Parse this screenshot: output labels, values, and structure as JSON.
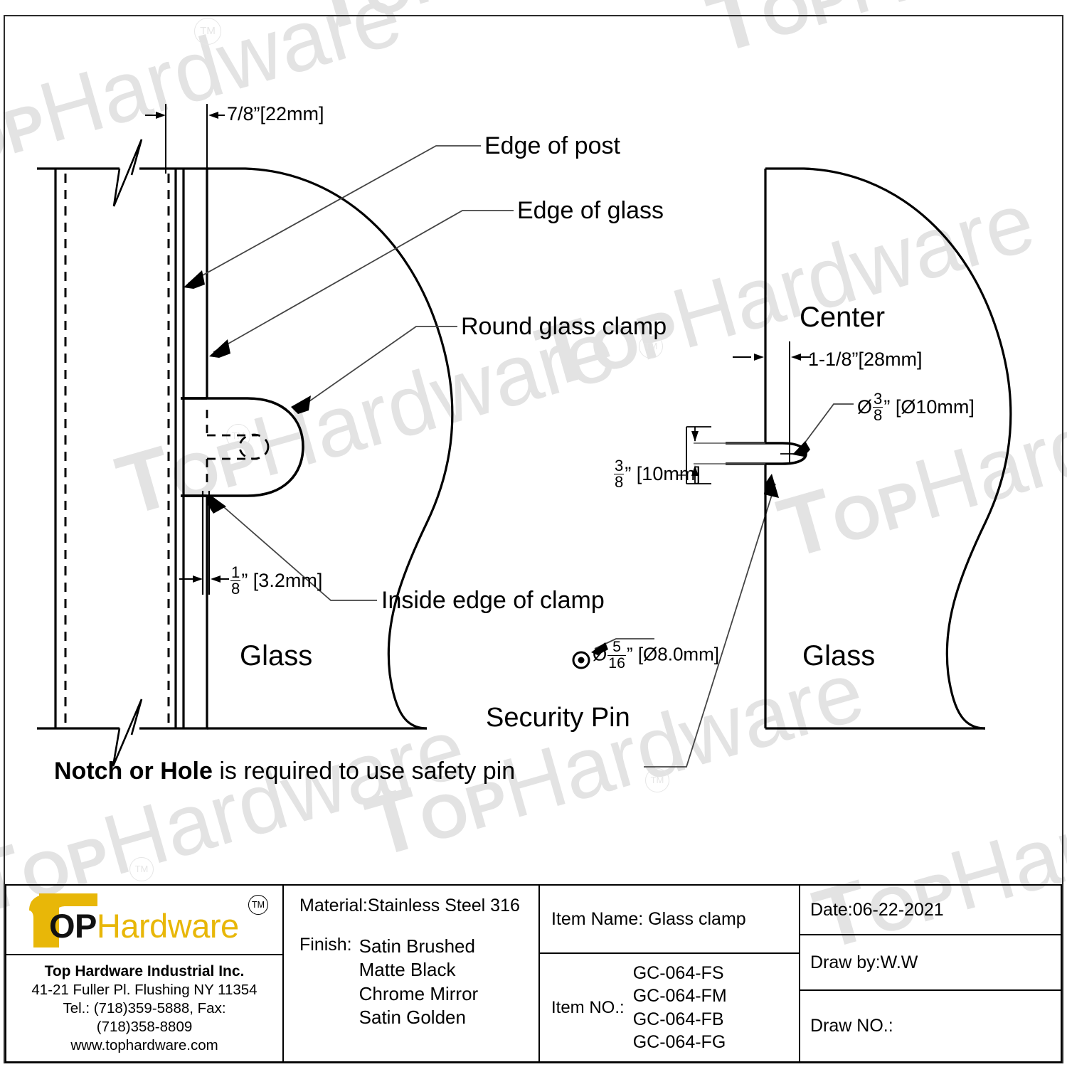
{
  "meta": {
    "accent_yellow": "#e8b708",
    "line_color": "#000000",
    "watermark_color": "#e3e3e3"
  },
  "watermark": {
    "top": "T",
    "op": "OP",
    "hardware": "Hardware",
    "tm": "TM"
  },
  "drawing": {
    "labels": {
      "edge_of_post": "Edge of post",
      "edge_of_glass": "Edge of glass",
      "round_glass_clamp": "Round glass clamp",
      "inside_edge_of_clamp": "Inside edge of clamp",
      "glass_left": "Glass",
      "glass_right": "Glass",
      "center": "Center",
      "security_pin": "Security Pin",
      "note_bold": "Notch or Hole",
      "note_rest": " is required to use safety pin"
    },
    "dimensions": {
      "post_offset": "7/8”[22mm]",
      "clamp_gap_num": "1",
      "clamp_gap_den": "8",
      "clamp_gap_unit": "” [3.2mm]",
      "center_offset": "1-1/8”[28mm]",
      "pin_dia_prefix": "Ø",
      "pin_dia_num": "3",
      "pin_dia_den": "8",
      "pin_dia_unit": "” [Ø10mm]",
      "pin_edge_num": "3",
      "pin_edge_den": "8",
      "pin_edge_unit": "” [10mm]",
      "security_pin_dia_prefix": "Ø",
      "security_pin_dia_num": "5",
      "security_pin_dia_den": "16",
      "security_pin_dia_unit": "” [Ø8.0mm]"
    }
  },
  "titleblock": {
    "logo": {
      "t": "T",
      "op": "OP",
      "hardware": "Hardware",
      "tm": "TM"
    },
    "company": {
      "name": "Top Hardware Industrial Inc.",
      "address": "41-21 Fuller Pl. Flushing NY 11354",
      "tel": "Tel.: (718)359-5888,  Fax:",
      "fax": "(718)358-8809",
      "web": "www.tophardware.com"
    },
    "material": "Material:Stainless Steel 316",
    "finish_label": "Finish:",
    "finishes": [
      "Satin Brushed",
      "Matte Black",
      "Chrome Mirror",
      "Satin Golden"
    ],
    "item_name": "Item Name: Glass clamp",
    "item_no_label": "Item NO.:",
    "item_numbers": [
      "GC-064-FS",
      "GC-064-FM",
      "GC-064-FB",
      "GC-064-FG"
    ],
    "date": "Date:06-22-2021",
    "draw_by": "Draw by:W.W",
    "draw_no": "Draw NO.:"
  }
}
